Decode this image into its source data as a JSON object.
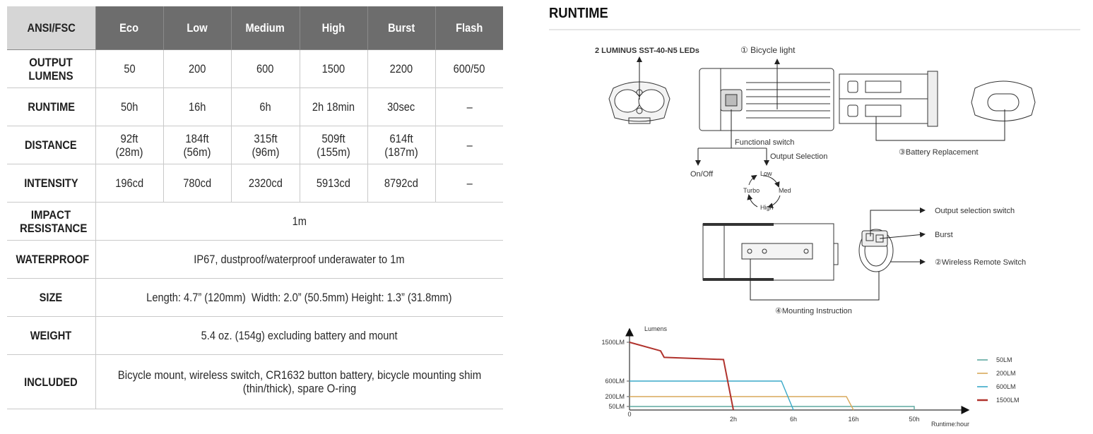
{
  "spec_table": {
    "corner_label": "ANSI/FSC",
    "modes": [
      "Eco",
      "Low",
      "Medium",
      "High",
      "Burst",
      "Flash"
    ],
    "rows": [
      {
        "label": "OUTPUT LUMENS",
        "values": [
          "50",
          "200",
          "600",
          "1500",
          "2200",
          "600/50"
        ]
      },
      {
        "label": "RUNTIME",
        "values": [
          "50h",
          "16h",
          "6h",
          "2h 18min",
          "30sec",
          "–"
        ]
      },
      {
        "label": "DISTANCE",
        "values": [
          "92ft (28m)",
          "184ft (56m)",
          "315ft (96m)",
          "509ft (155m)",
          "614ft (187m)",
          "–"
        ]
      },
      {
        "label": "INTENSITY",
        "values": [
          "196cd",
          "780cd",
          "2320cd",
          "5913cd",
          "8792cd",
          "–"
        ]
      },
      {
        "label": "IMPACT RESISTANCE",
        "value": "1m"
      },
      {
        "label": "WATERPROOF",
        "value": "IP67, dustproof/waterproof underawater to 1m"
      },
      {
        "label": "SIZE",
        "value": "Length: 4.7” (120mm)  Width: 2.0” (50.5mm) Height: 1.3” (31.8mm)"
      },
      {
        "label": "WEIGHT",
        "value": "5.4 oz. (154g) excluding battery and mount"
      },
      {
        "label": "INCLUDED",
        "value": "Bicycle mount, wireless switch, CR1632 button battery, bicycle mounting shim (thin/thick), spare O-ring"
      }
    ]
  },
  "runtime_section": {
    "title": "RUNTIME"
  },
  "diagram": {
    "leds_label": "2 LUMINUS SST-40-N5 LEDs",
    "bicycle_light_label": "① Bicycle light",
    "functional_switch_label": "Functional switch",
    "output_selection_label": "Output Selection",
    "on_off_label": "On/Off",
    "cycle": {
      "low": "Low",
      "med": "Med",
      "high": "High",
      "turbo": "Turbo"
    },
    "battery_replacement_label": "③Battery Replacement",
    "output_selection_switch_label": "Output selection switch",
    "burst_label": "Burst",
    "wireless_remote_label": "②Wireless Remote Switch",
    "mounting_instruction_label": "④Mounting Instruction",
    "icons": [
      "led-headlight-front-icon",
      "bicycle-light-body-icon",
      "battery-compartment-icon",
      "light-rear-cap-icon",
      "mount-rail-icon",
      "wireless-remote-icon"
    ]
  },
  "chart_data": {
    "type": "line",
    "title": "",
    "ylabel": "Lumens",
    "xlabel": "Runtime:hour",
    "y_ticks": [
      "1500LM",
      "600LM",
      "200LM",
      "50LM"
    ],
    "x_ticks": [
      "0",
      "2h",
      "6h",
      "16h",
      "50h"
    ],
    "x_scale": "non-linear (labeled ticks only)",
    "legend": {
      "position": "right",
      "entries": [
        "50LM",
        "200LM",
        "600LM",
        "1500LM"
      ]
    },
    "grid": false,
    "series": [
      {
        "name": "50LM",
        "color": "#5fa9a0",
        "points": [
          [
            "0",
            50
          ],
          [
            "50h",
            50
          ],
          [
            "50h",
            0
          ]
        ]
      },
      {
        "name": "200LM",
        "color": "#d9a95a",
        "points": [
          [
            "0",
            200
          ],
          [
            "~15h",
            200
          ],
          [
            "16h",
            0
          ]
        ]
      },
      {
        "name": "600LM",
        "color": "#3aa9c8",
        "points": [
          [
            "0",
            600
          ],
          [
            "~5h",
            600
          ],
          [
            "6h",
            0
          ]
        ]
      },
      {
        "name": "1500LM",
        "color": "#b0322c",
        "points": [
          [
            "0",
            1500
          ],
          [
            "~0.5h",
            1300
          ],
          [
            "~0.6h",
            1150
          ],
          [
            "~1.8h",
            1100
          ],
          [
            "2h",
            0
          ]
        ]
      }
    ]
  }
}
